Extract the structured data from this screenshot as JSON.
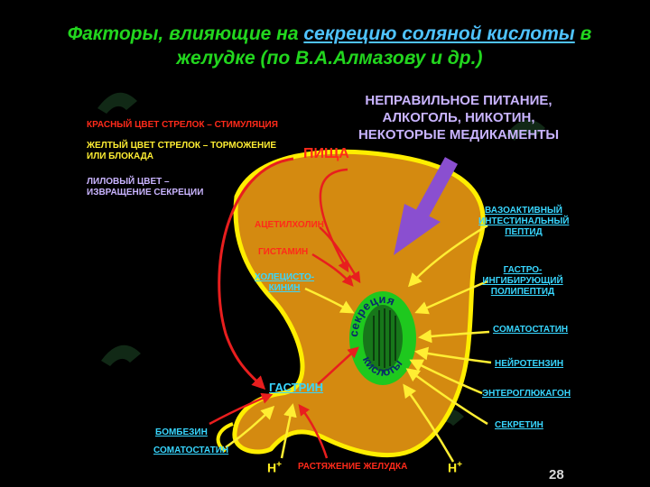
{
  "title": {
    "line1_prefix": "Факторы, влияющие на ",
    "line1_link": "секрецию соляной кислоты",
    "line1_suffix": " в",
    "line2": "желудке (по В.А.Алмазову и др.)"
  },
  "legend": {
    "red": "КРАСНЫЙ ЦВЕТ СТРЕЛОК – СТИМУЛЯЦИЯ",
    "yellow_1": "ЖЕЛТЫЙ ЦВЕТ СТРЕЛОК – ТОРМОЖЕНИЕ",
    "yellow_2": "ИЛИ БЛОКАДА",
    "purple_1": "ЛИЛОВЫЙ ЦВЕТ –",
    "purple_2": "ИЗВРАЩЕНИЕ СЕКРЕЦИИ"
  },
  "damage_factors": {
    "line1": "НЕПРАВИЛЬНОЕ ПИТАНИЕ,",
    "line2": "АЛКОГОЛЬ, НИКОТИН,",
    "line3": "НЕКОТОРЫЕ МЕДИКАМЕНТЫ"
  },
  "stimulators": {
    "food": "ПИЩА",
    "acetylcholine": "АЦЕТИЛХОЛИН",
    "histamine": "ГИСТАМИН",
    "gastrin": "ГАСТРИН",
    "distension": "РАСТЯЖЕНИЕ ЖЕЛУДКА"
  },
  "inhibitors_left": {
    "cholecystokinin_1": "ХОЛЕЦИСТО-",
    "cholecystokinin_2": "КИНИН",
    "bombesin": "БОМБЕЗИН",
    "somatostatin": "СОМАТОСТАТИН",
    "h_plus": "H+"
  },
  "inhibitors_right": {
    "vip_1": "ВАЗОАКТИВНЫЙ",
    "vip_2": "ИНТЕСТИНАЛЬНЫЙ",
    "vip_3": "ПЕПТИД",
    "gip_1": "ГАСТРО-",
    "gip_2": "ИНГИБИРУЮЩИЙ",
    "gip_3": "ПОЛИПЕПТИД",
    "somatostatin": "СОМАТОСТАТИН",
    "neurotensin": "НЕЙРОТЕНЗИН",
    "enteroglucagon": "ЭНТЕРОГЛЮКАГОН",
    "secretin": "СЕКРЕТИН",
    "h_plus": "H+"
  },
  "center": {
    "text": "секреция кислоты"
  },
  "page_number": "28",
  "colors": {
    "stomach_fill": "#d48a10",
    "stomach_outline": "#ffee00",
    "stimulation_arrow": "#e81e1e",
    "inhibition_arrow": "#ffee33",
    "perversion_arrow": "#8a4fd0",
    "center_green": "#1ec81e",
    "title_green": "#22d61e",
    "label_cyan": "#38d6ff"
  }
}
